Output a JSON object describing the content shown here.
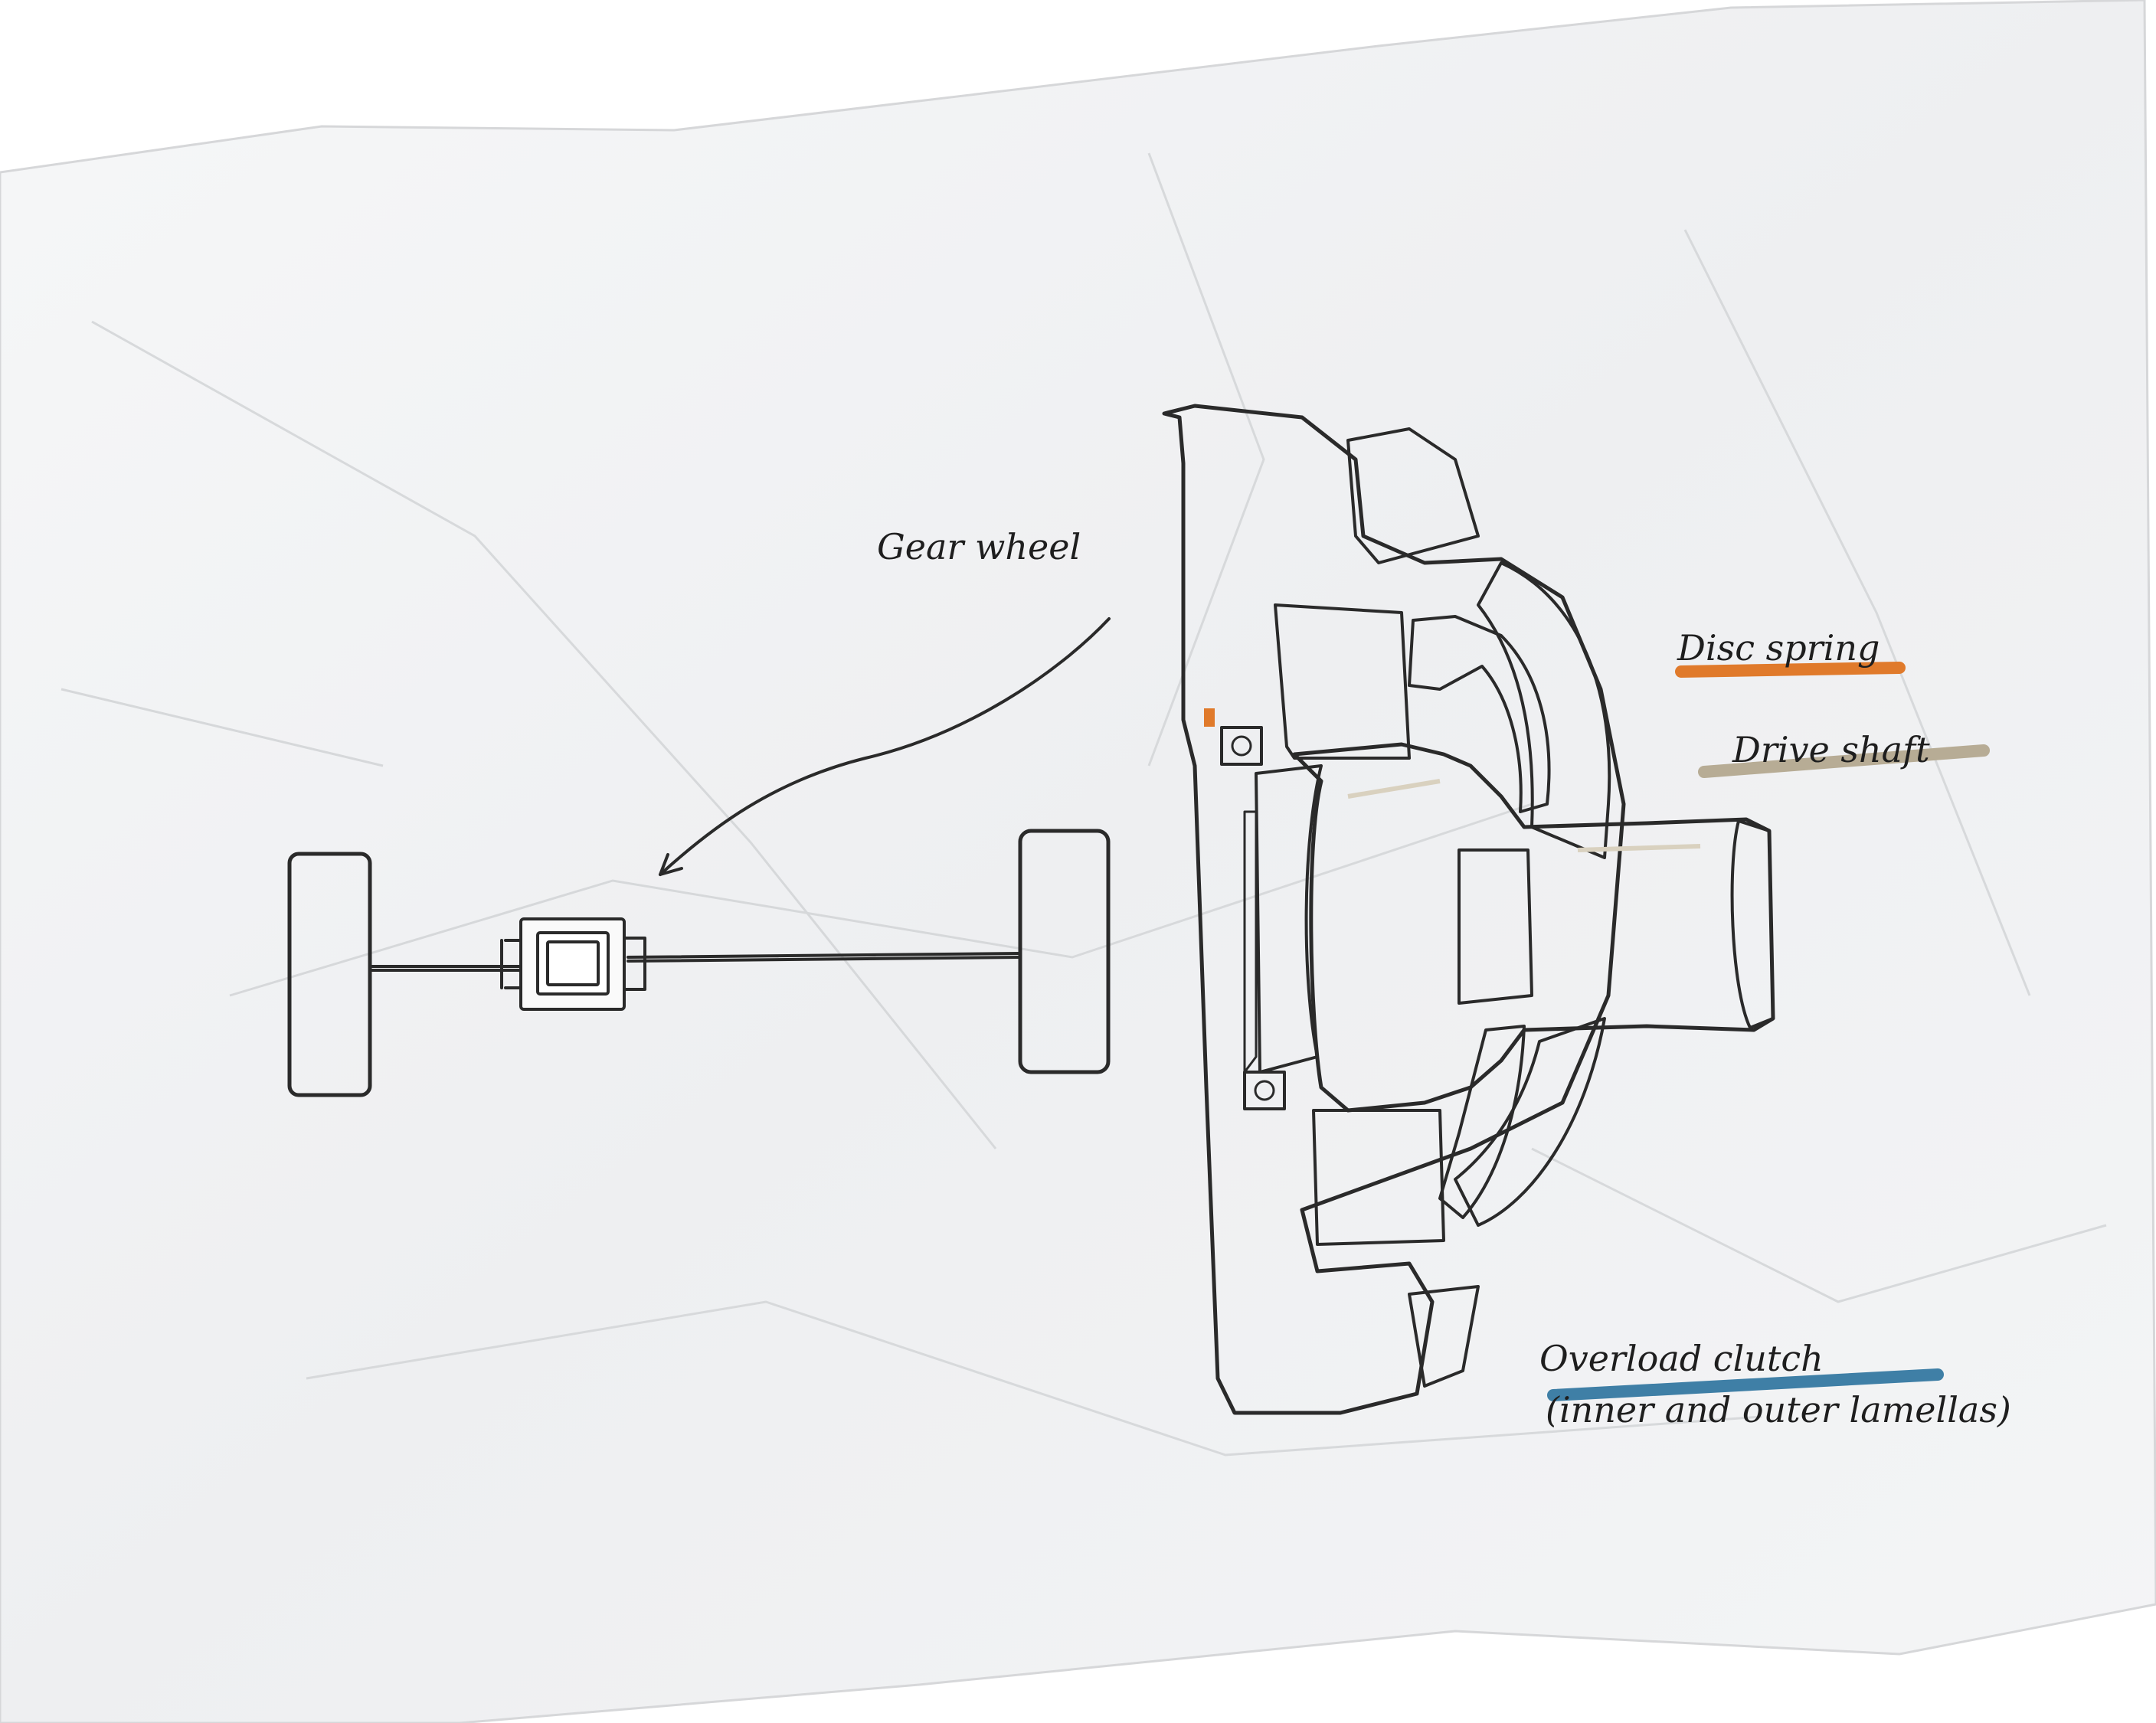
{
  "labels": {
    "gear_wheel": "Gear wheel",
    "disc_spring": "Disc spring",
    "drive_shaft": "Drive shaft",
    "overload_clutch_line1": "Overload clutch",
    "overload_clutch_line2": "(inner and outer lamellas)"
  },
  "colors": {
    "paper": "#f3f4f5",
    "paper_shadow": "#d9dadc",
    "ink": "#2a2a2a",
    "disc_spring": "#e07a2b",
    "drive_shaft": "#b7ac95",
    "overload_clutch": "#3f7fa6",
    "hatch_grey": "#6f6f6f"
  }
}
